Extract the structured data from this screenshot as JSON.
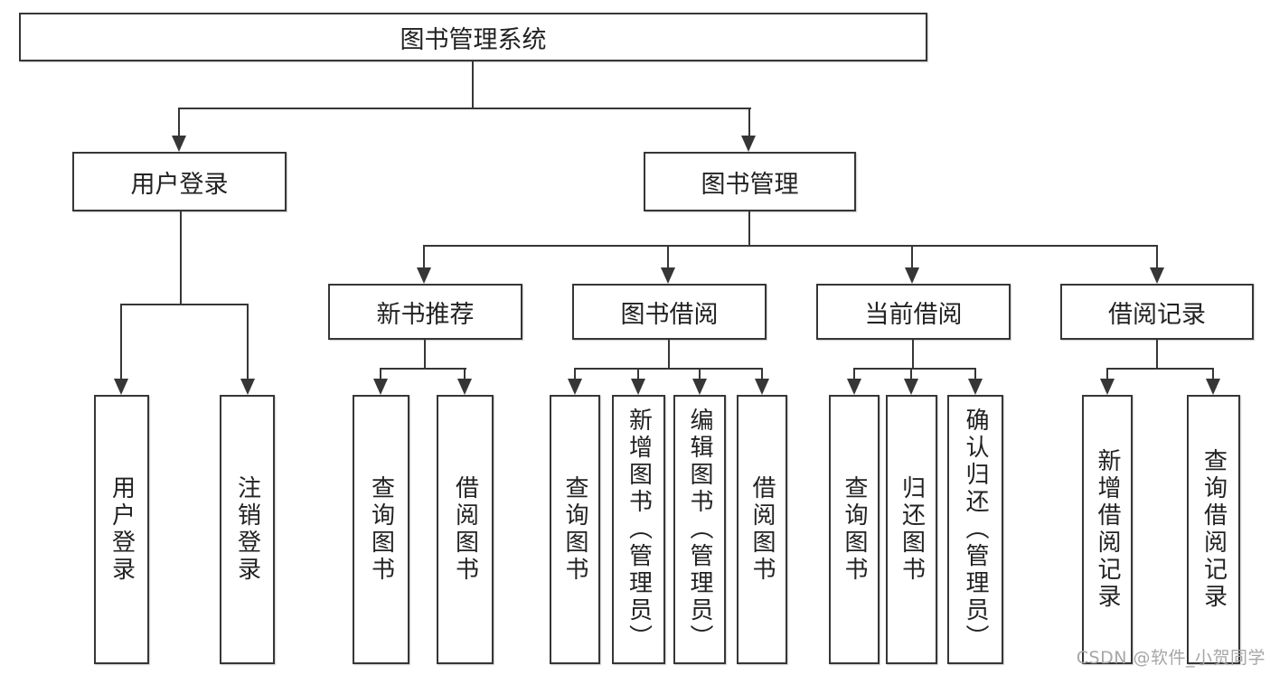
{
  "diagram": {
    "type": "tree",
    "root": "图书管理系统",
    "level2": {
      "user_login": "用户登录",
      "book_management": "图书管理"
    },
    "level3": {
      "new_books": "新书推荐",
      "book_borrowing": "图书借阅",
      "current_borrowing": "当前借阅",
      "borrowing_records": "借阅记录"
    },
    "leaves": {
      "user_login": "用户登录",
      "logout": "注销登录",
      "nb_query_books": "查询图书",
      "nb_borrow_books": "借阅图书",
      "bb_query_books": "查询图书",
      "bb_add_books": "新增图书（管理员）",
      "bb_edit_books": "编辑图书（管理员）",
      "bb_borrow_books": "借阅图书",
      "cb_query_books": "查询图书",
      "cb_return_books": "归还图书",
      "cb_confirm_return": "确认归还（管理员）",
      "br_add_record": "新增借阅记录",
      "br_query_record": "查询借阅记录"
    }
  },
  "watermark": {
    "text": "CSDN @软件_小贺同学"
  },
  "colors": {
    "line": "#363636",
    "text": "#222222",
    "bg": "#ffffff",
    "watermark": "#a6a6a6"
  }
}
